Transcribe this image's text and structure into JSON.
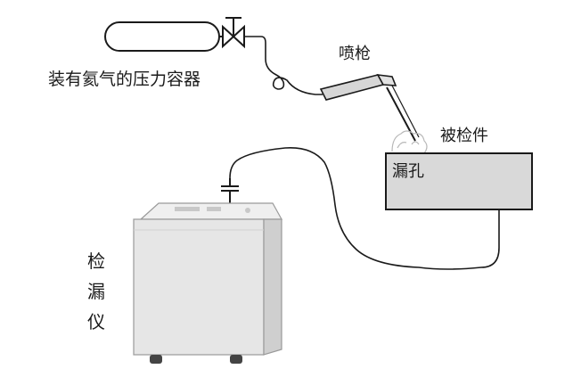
{
  "labels": {
    "container": "装有氦气的压力容器",
    "spray_gun": "喷枪",
    "test_part": "被检件",
    "leak_hole": "漏孔",
    "detector_chars": [
      "检",
      "漏",
      "仪"
    ]
  },
  "colors": {
    "line": "#1a1a1a",
    "test_part_fill": "#d9d9d9",
    "detector_body": "#e6e6e6",
    "detector_side": "#cfcfcf"
  },
  "icons": {
    "valve": "valve-icon",
    "spray_gun": "spray-gun-icon",
    "helium_cylinder": "gas-cylinder-icon",
    "detector": "leak-detector-machine-icon"
  }
}
